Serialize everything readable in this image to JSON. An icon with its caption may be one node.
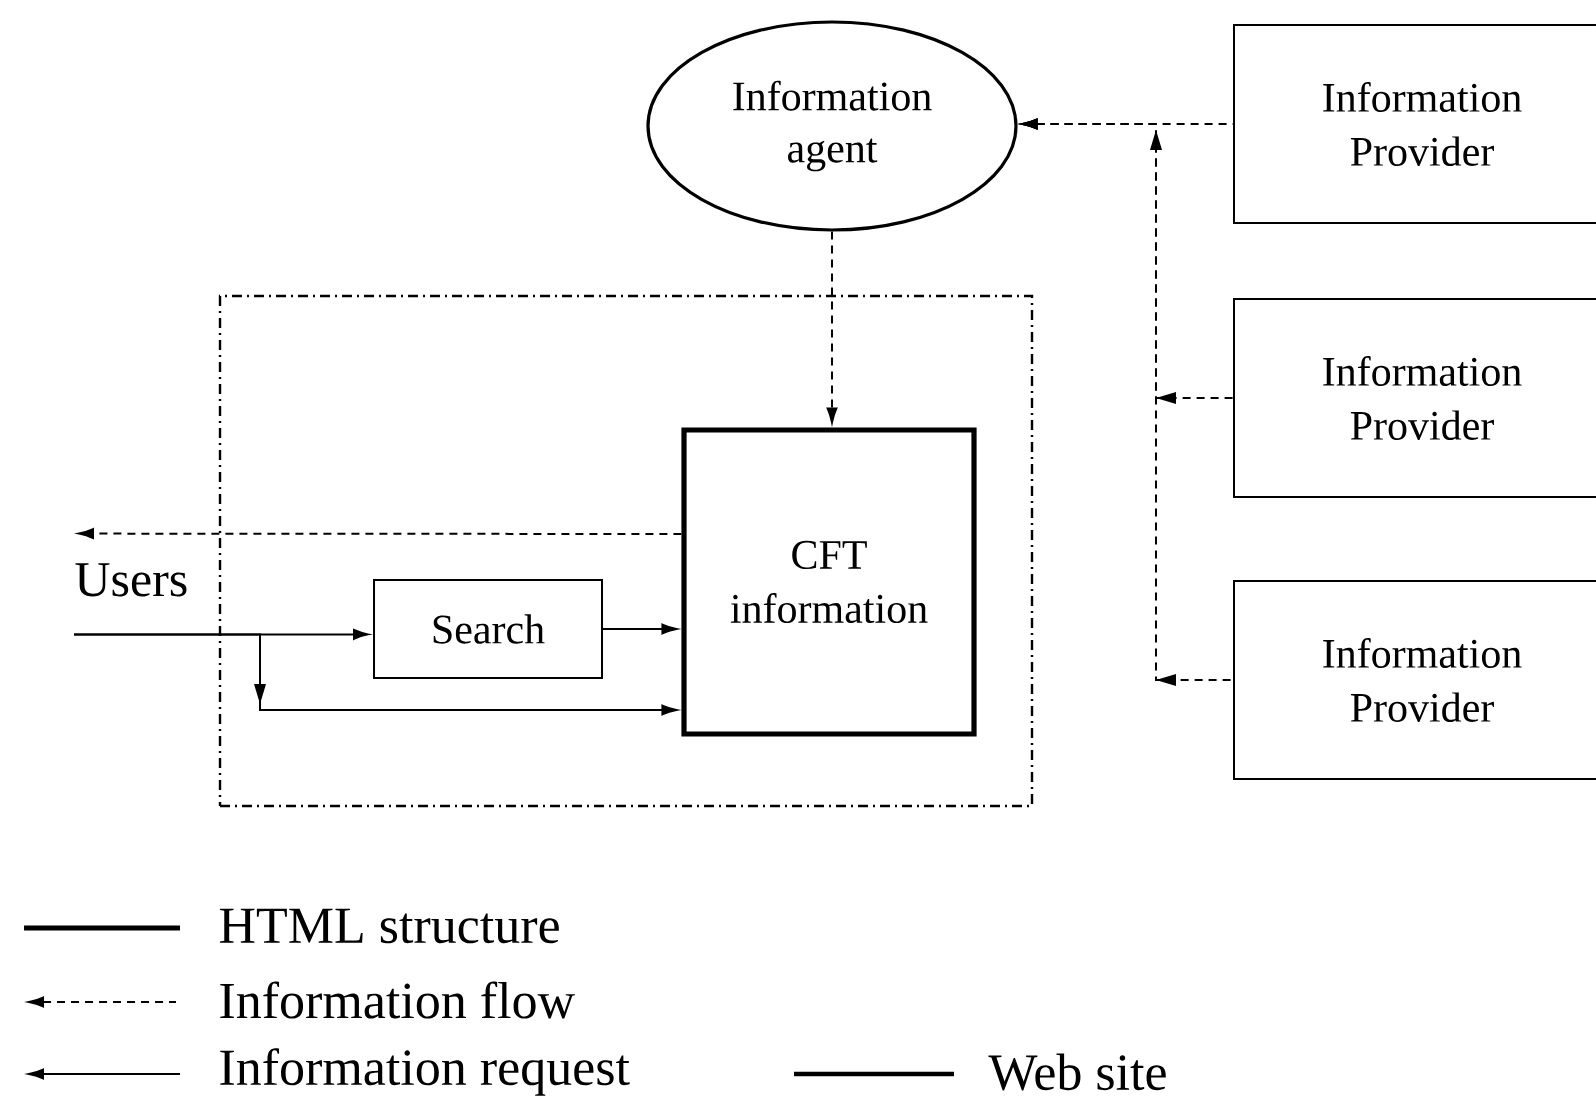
{
  "diagram": {
    "nodes": [
      {
        "text": [
          "Information agent"
        ]
      },
      {
        "text": [
          "Information Provider"
        ]
      },
      {
        "text": [
          "Information Provider"
        ]
      },
      {
        "text": [
          "Information Provider"
        ]
      },
      {
        "text": [],
        "shape": "box"
      },
      {
        "text": [
          "CFT information"
        ],
        "in": 4
      },
      {
        "text": [
          "Search"
        ],
        "in": 4
      },
      {
        "text": [
          "Users"
        ]
      }
    ],
    "edges": [
      {
        "from": 1,
        "to": 0,
        "arrow": "to",
        "style": "dashed"
      },
      {
        "from": 2,
        "to": 0,
        "arrow": "to",
        "style": "dashed"
      },
      {
        "from": 3,
        "to": 0,
        "arrow": "to",
        "style": "dashed"
      },
      {
        "from": 0,
        "to": 5,
        "arrow": "to",
        "style": "dashed"
      },
      {
        "from": 5,
        "to": 7,
        "arrow": "to",
        "style": "dashed"
      },
      {
        "from": 7,
        "to": 6,
        "arrow": "to"
      },
      {
        "from": 7,
        "to": 5,
        "arrow": "to"
      },
      {
        "from": 6,
        "to": 5,
        "arrow": "to"
      }
    ],
    "legend": [
      {
        "text": "HTML structure"
      },
      {
        "text": "Information flow"
      },
      {
        "text": "Information request"
      },
      {
        "text": "Web site"
      }
    ]
  }
}
